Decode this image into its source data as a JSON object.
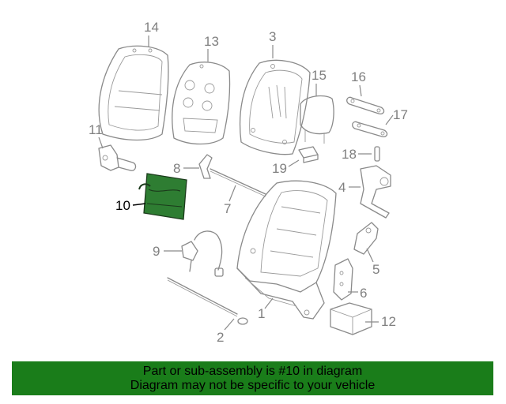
{
  "callouts": {
    "c1": "1",
    "c2": "2",
    "c3": "3",
    "c4": "4",
    "c5": "5",
    "c6": "6",
    "c7": "7",
    "c8": "8",
    "c9": "9",
    "c10": "10",
    "c11": "11",
    "c12": "12",
    "c13": "13",
    "c14": "14",
    "c15": "15",
    "c16": "16",
    "c17": "17",
    "c18": "18",
    "c19": "19"
  },
  "highlighted_part": "10",
  "banner": {
    "line1": "Part or sub-assembly is #10 in diagram",
    "line2": "Diagram may not be specific to your vehicle"
  },
  "colors": {
    "banner_bg": "#1a7d1a",
    "highlight_fill": "#2e7d32",
    "part_stroke": "#8a8a8a",
    "callout_text": "#808080"
  }
}
